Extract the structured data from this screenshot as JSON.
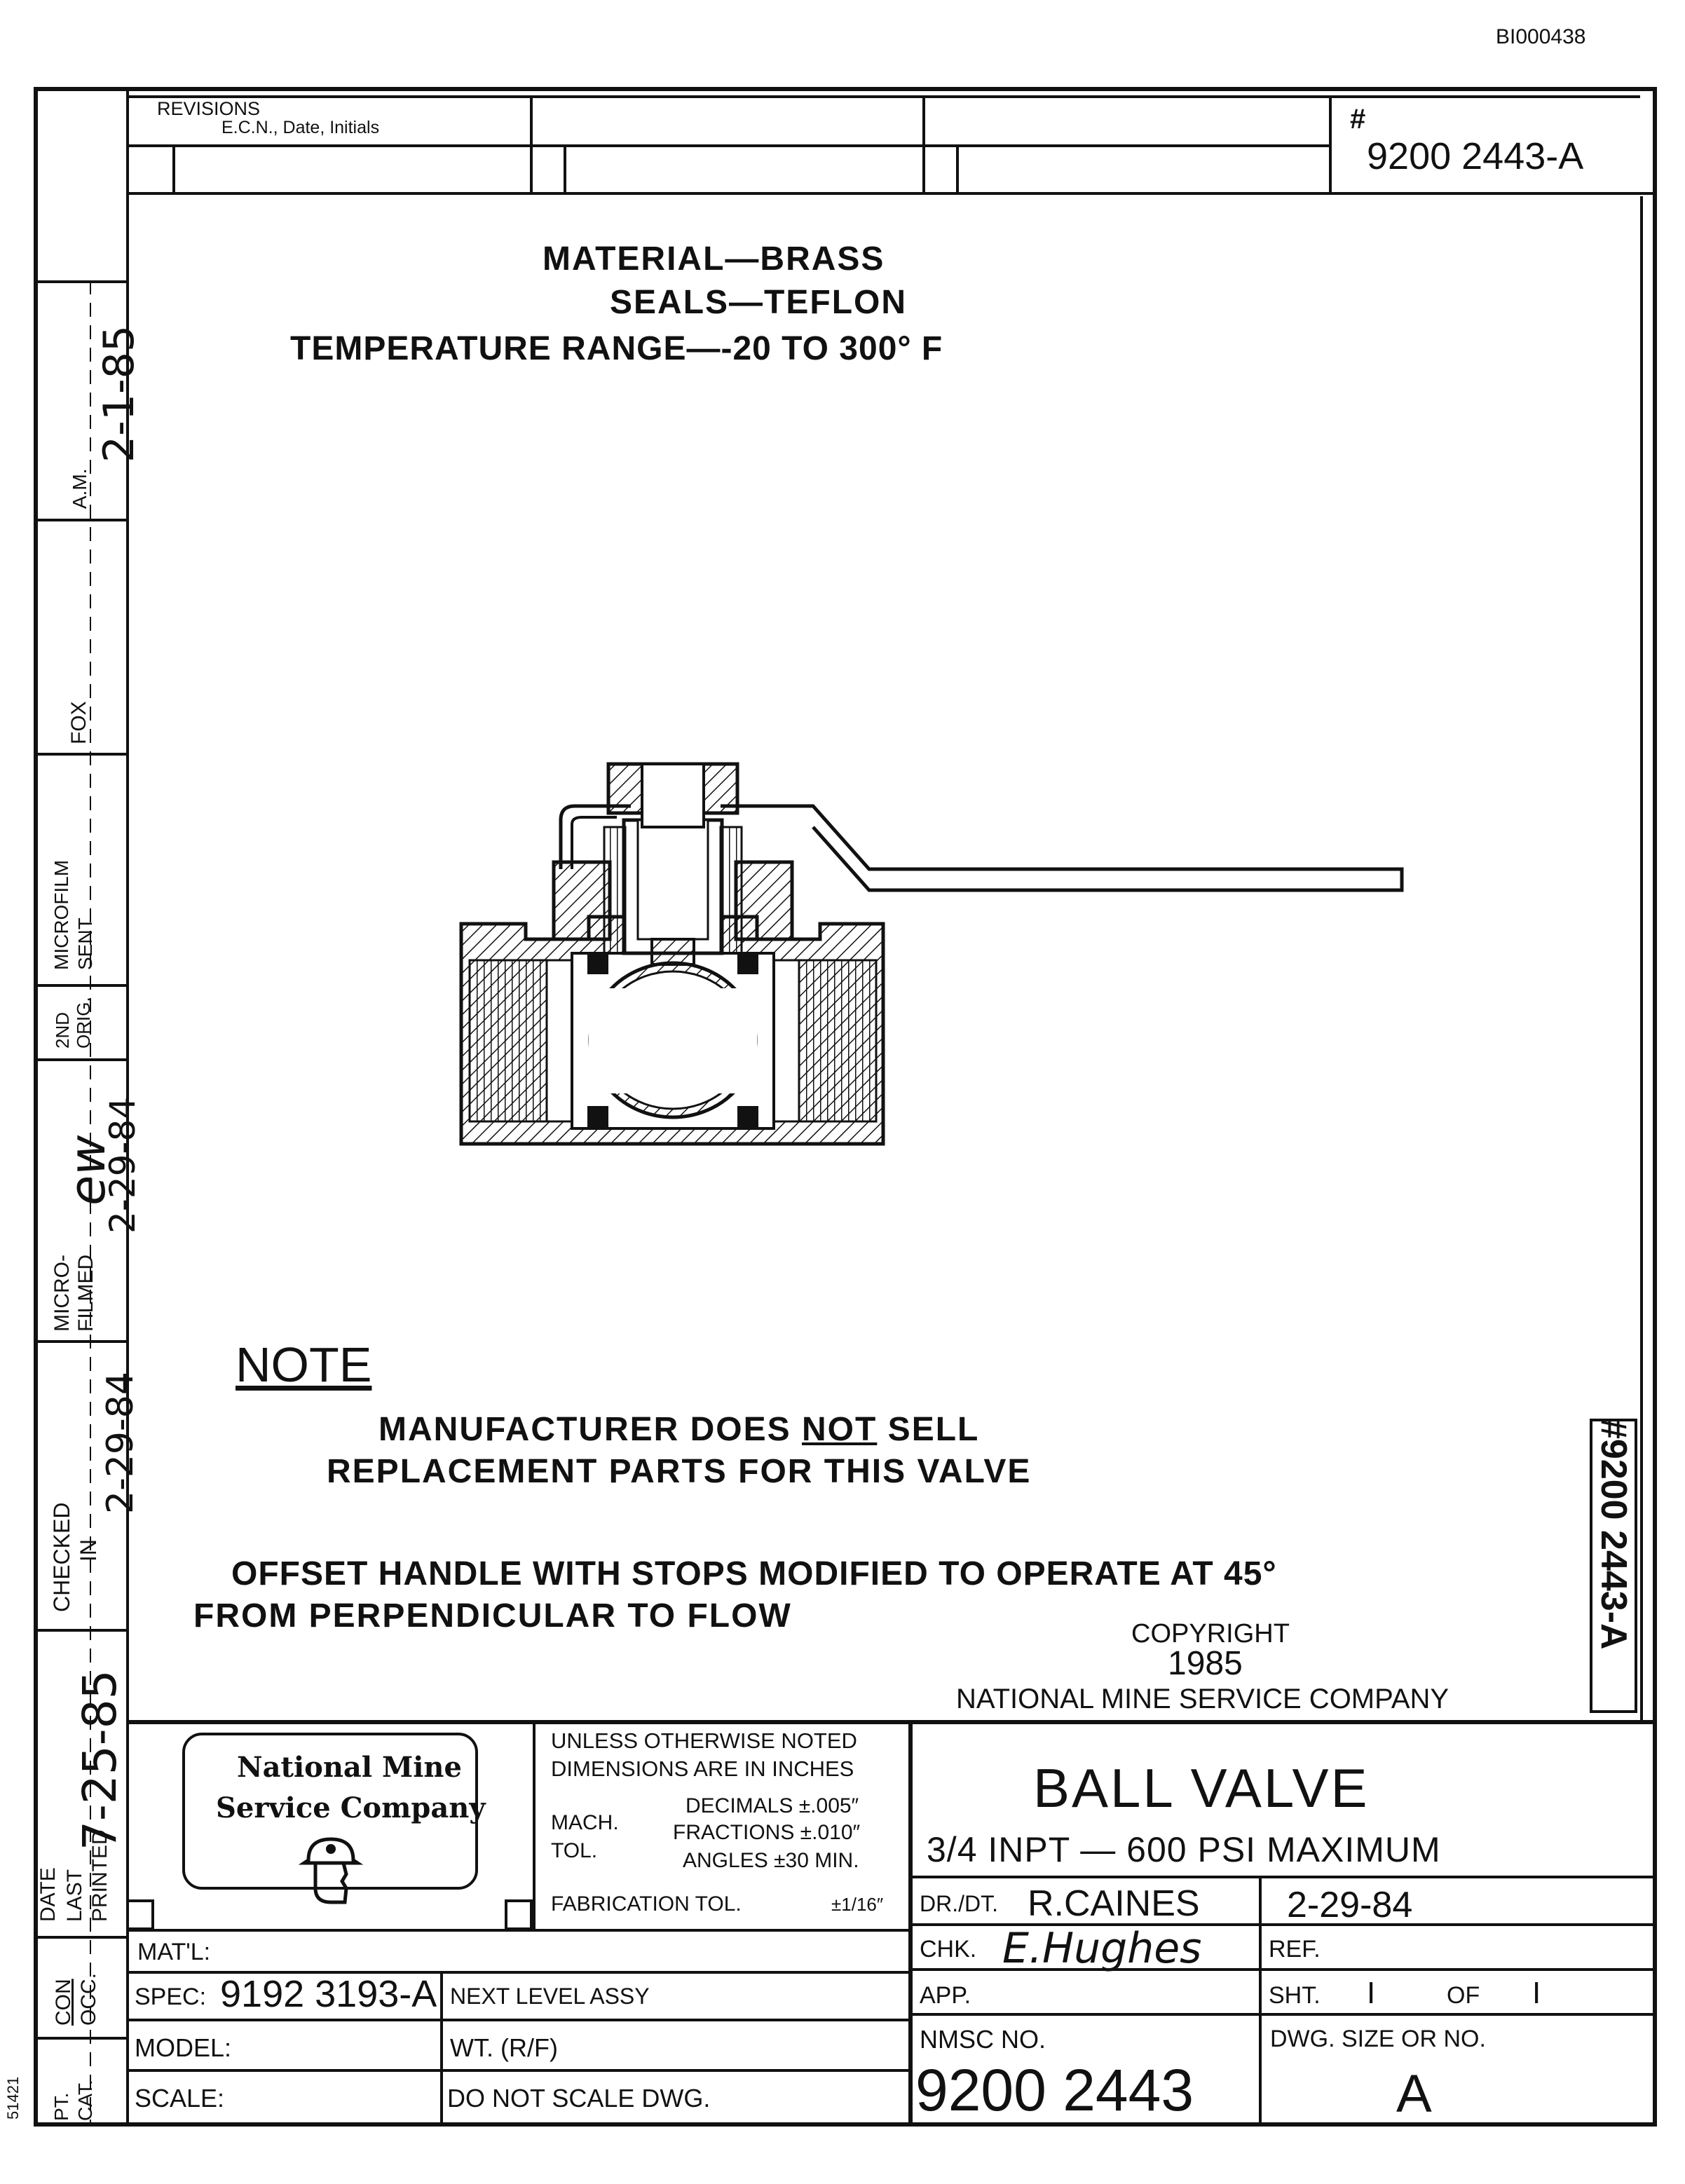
{
  "doc_id": "BI000438",
  "margin_code": "51421",
  "revisions": {
    "label": "REVISIONS",
    "sublabel": "E.C.N., Date, Initials"
  },
  "drawing_number_top": {
    "hash": "#",
    "number": "9200 2443-A"
  },
  "drawing_number_side": "#9200 2443-A",
  "specs": {
    "line1": "MATERIAL—BRASS",
    "line2": "SEALS—TEFLON",
    "line3": "TEMPERATURE  RANGE—-20 TO 300° F"
  },
  "note": {
    "heading": "NOTE",
    "line1_pre": "MANUFACTURER DOES ",
    "line1_emph": "NOT",
    "line1_post": " SELL",
    "line2": "REPLACEMENT  PARTS FOR THIS  VALVE",
    "line3": "OFFSET  HANDLE WITH STOPS MODIFIED TO OPERATE AT 45°",
    "line4": "FROM  PERPENDICULAR  TO FLOW"
  },
  "copyright": {
    "label": "COPYRIGHT",
    "year": "1985",
    "company": "NATIONAL  MINE  SERVICE  COMPANY"
  },
  "left_strip": {
    "am": "A.M.",
    "am_date": "2-1-85",
    "fox": "FOX",
    "microfilm_sent": [
      "MICROFILM",
      "SENT"
    ],
    "second_orig": [
      "2ND",
      "ORIG."
    ],
    "micro_filmed": [
      "MICRO-",
      "FILMED"
    ],
    "micro_filmed_sig": "ew",
    "micro_filmed_date": "2-29-84",
    "checked_in": [
      "CHECKED",
      "IN"
    ],
    "checked_date": "2-29-84",
    "date_last_printed": [
      "DATE",
      "LAST",
      "PRINTED"
    ],
    "printed_date": "7-25-85",
    "con_occ": [
      "CON",
      "OCC."
    ],
    "pt_cat": [
      "PT.",
      "CAT."
    ]
  },
  "title_block": {
    "company_logo_lines": [
      "National Mine",
      "Service Company"
    ],
    "tolerances": {
      "header1": "UNLESS OTHERWISE NOTED",
      "header2": "DIMENSIONS ARE IN INCHES",
      "mach": "MACH.",
      "tol": "TOL.",
      "decimals": "DECIMALS ±.005″",
      "fractions": "FRACTIONS ±.010″",
      "angles": "ANGLES ±30 MIN.",
      "fabrication_label": "FABRICATION TOL.",
      "fabrication_value": "±1/16″"
    },
    "title": "BALL VALVE",
    "subtitle": "3/4 INPT — 600 PSI  MAXIMUM",
    "dr_label": "DR./DT.",
    "dr_name": "R.CAINES",
    "dr_date": "2-29-84",
    "chk_label": "CHK.",
    "chk_sig": "E.Hughes",
    "ref_label": "REF.",
    "app_label": "APP.",
    "sht_label": "SHT.",
    "sht_num": "I",
    "of_label": "OF",
    "sht_total": "I",
    "matl_label": "MAT'L:",
    "spec_label": "SPEC:",
    "spec_value": "9192 3193-A",
    "next_level": "NEXT LEVEL ASSY",
    "model_label": "MODEL:",
    "wt_label": "WT. (R/F)",
    "scale_label": "SCALE:",
    "do_not_scale": "DO NOT SCALE DWG.",
    "nmsc_label": "NMSC NO.",
    "nmsc_value": "9200 2443",
    "dwg_size_label": "DWG. SIZE OR NO.",
    "dwg_size_value": "A"
  },
  "colors": {
    "ink": "#111111",
    "paper": "#ffffff"
  }
}
